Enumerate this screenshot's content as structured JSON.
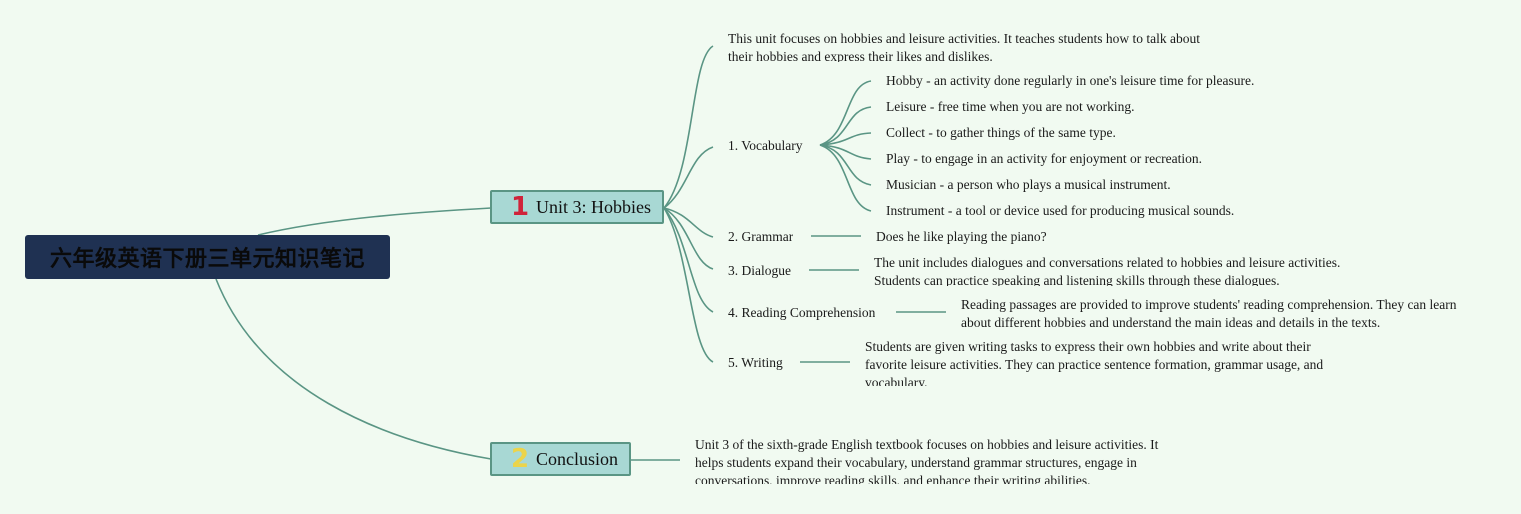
{
  "root": {
    "title": "六年级英语下册三单元知识笔记"
  },
  "branches": [
    {
      "badge": "1",
      "badge_color": "#d0233a",
      "label": "Unit 3: Hobbies",
      "intro": "This unit focuses on hobbies and leisure activities. It teaches students how to talk about their hobbies and express their likes and dislikes.",
      "topics": [
        {
          "label": "1. Vocabulary",
          "items": [
            "Hobby - an activity done regularly in one's leisure time for pleasure.",
            "Leisure - free time when you are not working.",
            "Collect - to gather things of the same type.",
            "Play - to engage in an activity for enjoyment or recreation.",
            "Musician - a person who plays a musical instrument.",
            "Instrument - a tool or device used for producing musical sounds."
          ]
        },
        {
          "label": "2. Grammar",
          "detail": "Does he like playing the piano?"
        },
        {
          "label": "3. Dialogue",
          "detail": "The unit includes dialogues and conversations related to hobbies and leisure activities. Students can practice speaking and listening skills through these dialogues."
        },
        {
          "label": "4. Reading Comprehension",
          "detail": "Reading passages are provided to improve students' reading comprehension. They can learn about different hobbies and understand the main ideas and details in the texts."
        },
        {
          "label": "5. Writing",
          "detail": "Students are given writing tasks to express their own hobbies and write about their favorite leisure activities. They can practice sentence formation, grammar usage, and vocabulary."
        }
      ]
    },
    {
      "badge": "2",
      "badge_color": "#ecd44a",
      "label": "Conclusion",
      "detail": "Unit 3 of the sixth-grade English textbook focuses on hobbies and leisure activities. It helps students expand their vocabulary, understand grammar structures, engage in conversations, improve reading skills, and enhance their writing abilities."
    }
  ]
}
